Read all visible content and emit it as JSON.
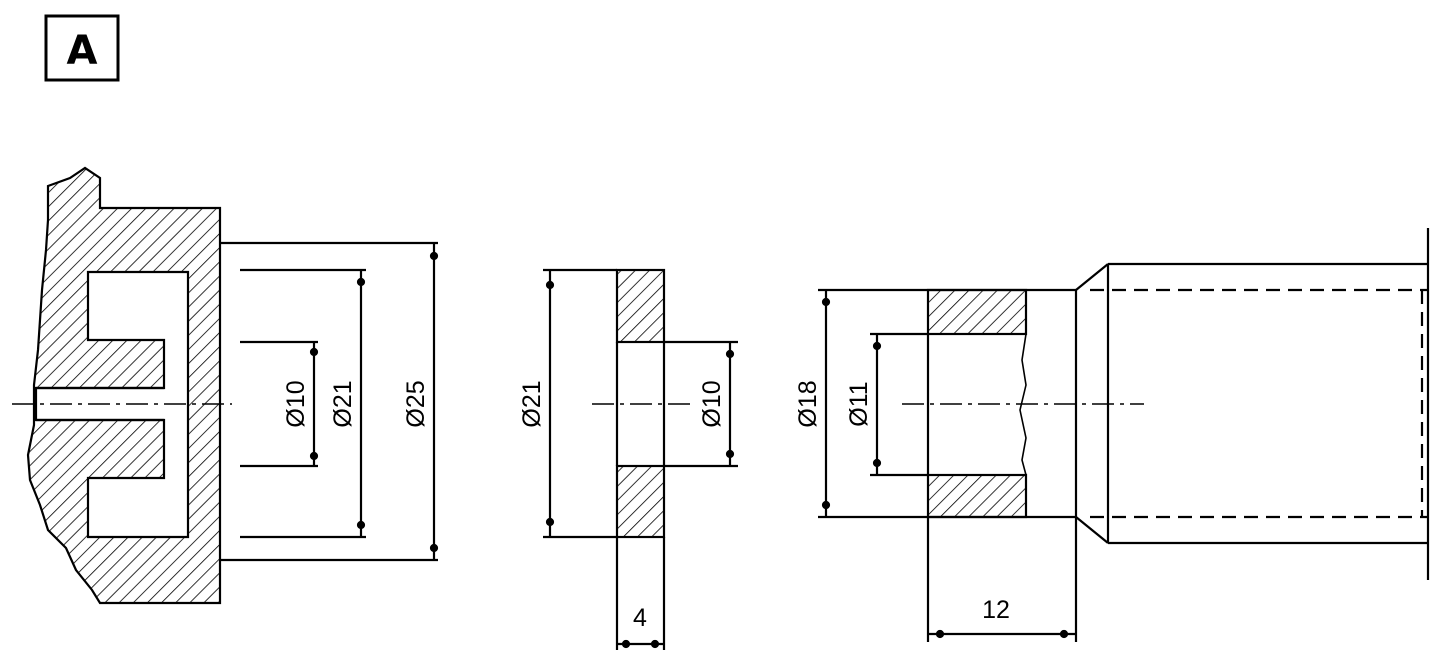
{
  "figure_label": "A",
  "views": {
    "housing": {
      "dims": {
        "bore_small": "Ø10",
        "bore_mid": "Ø21",
        "bore_outer": "Ø25"
      }
    },
    "washer": {
      "dims": {
        "outer": "Ø21",
        "inner": "Ø10",
        "thickness": "4"
      }
    },
    "shaft": {
      "dims": {
        "outer": "Ø18",
        "inner": "Ø11",
        "length": "12"
      }
    }
  },
  "colors": {
    "ink": "#000000",
    "paper": "#ffffff"
  }
}
